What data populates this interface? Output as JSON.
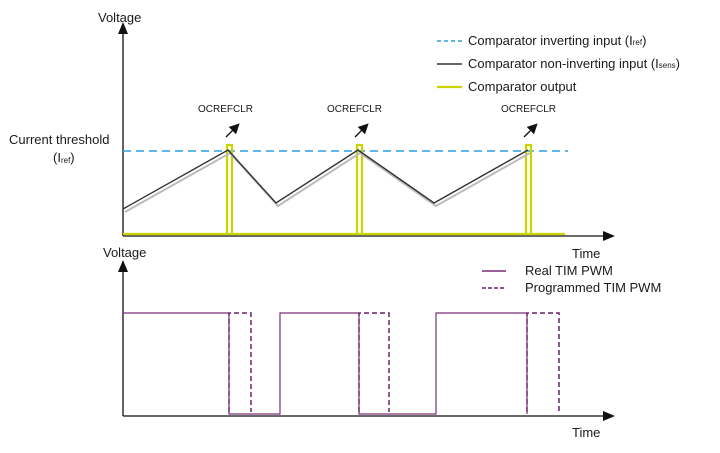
{
  "top_panel": {
    "y_axis_label": "Voltage",
    "x_axis_label": "Time",
    "threshold_label_line1": "Current threshold",
    "threshold_label_line2_prefix": "(I",
    "threshold_label_line2_sub": "ref",
    "threshold_label_line2_suffix": ")",
    "ocrefclr_labels": [
      "OCREFCLR",
      "OCREFCLR",
      "OCREFCLR"
    ],
    "legend": {
      "inverting": {
        "prefix": "Comparator inverting input (I",
        "sub": "ref",
        "suffix": ")"
      },
      "non_inverting": {
        "prefix": "Comparator non-inverting input (I",
        "sub": "sens",
        "suffix": ")"
      },
      "output": {
        "label": "Comparator output"
      }
    },
    "colors": {
      "threshold_line": "#2e9fdb",
      "sense_signal": "#333333",
      "comparator_output": "#c9d400"
    }
  },
  "bottom_panel": {
    "y_axis_label": "Voltage",
    "x_axis_label": "Time",
    "legend": {
      "real": "Real TIM PWM",
      "programmed": "Programmed TIM PWM"
    },
    "colors": {
      "real_pwm": "#7a2d7a",
      "programmed_pwm": "#6b1f6b"
    }
  }
}
